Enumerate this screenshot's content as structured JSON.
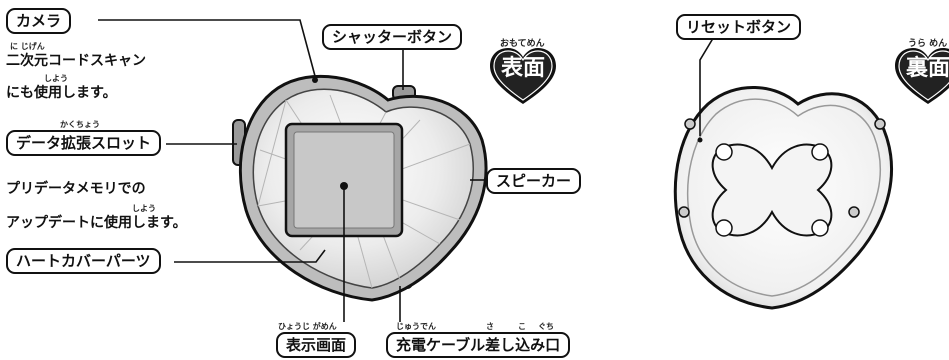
{
  "front": {
    "labels": {
      "camera": "カメラ",
      "shutter": "シャッターボタン",
      "data_slot": "データ拡張スロット",
      "speaker": "スピーカー",
      "heart_cover": "ハートカバーパーツ",
      "display": "表示画面",
      "charging_port": "充電ケーブル差し込み口"
    },
    "notes": {
      "camera_line1": "二次元コードスキャン",
      "camera_line2": "にも使用します。",
      "slot_line1": "プリデータメモリでの",
      "slot_line2": "アップデートに使用します。"
    },
    "ruby": {
      "nijigen": "に じげん",
      "shiyou1": "しよう",
      "kakuchou": "かくちょう",
      "shiyou2": "しよう",
      "hyouji_gamen": "ひょうじ がめん",
      "juuden": "じゅうでん",
      "sa": "さ",
      "ko": "こ",
      "guchi": "ぐち"
    },
    "badge": {
      "text": "表面",
      "ruby": "おもてめん"
    }
  },
  "back": {
    "labels": {
      "reset": "リセットボタン"
    },
    "badge": {
      "text": "裏面",
      "ruby": "うら めん"
    }
  }
}
